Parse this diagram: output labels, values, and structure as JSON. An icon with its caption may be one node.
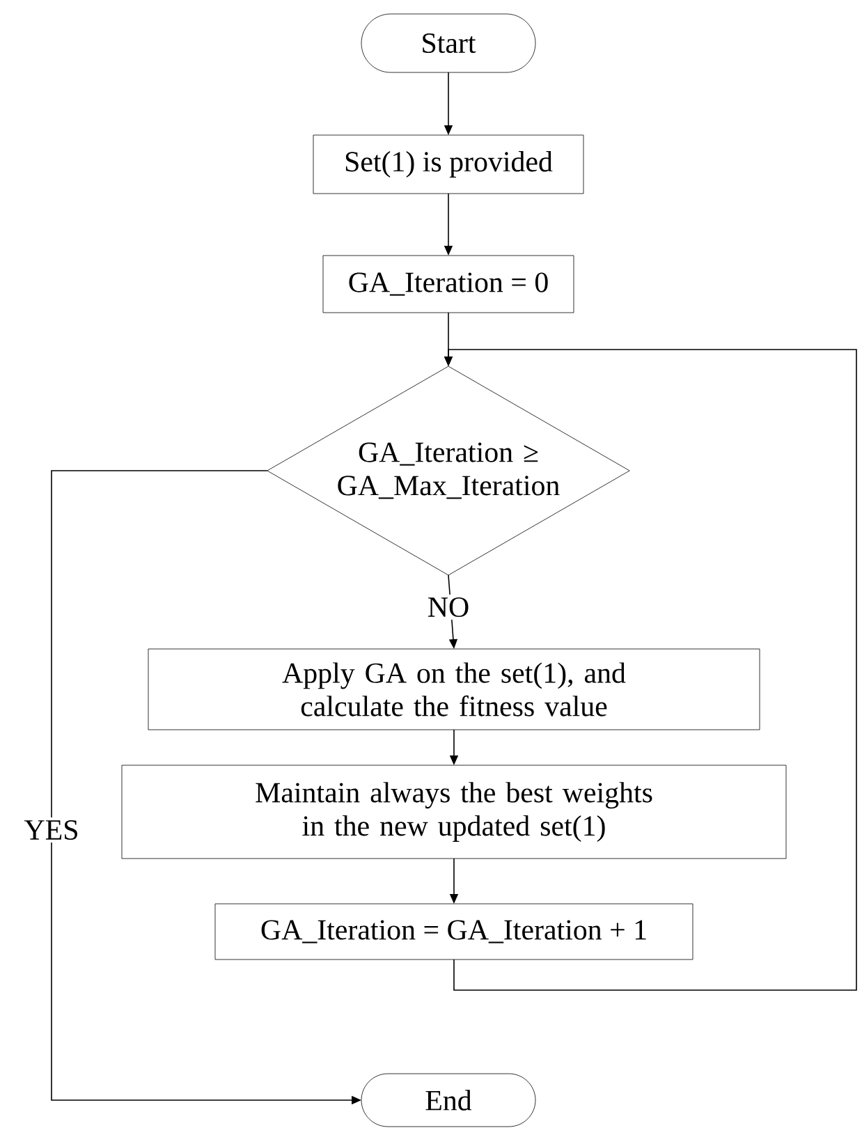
{
  "diagram": {
    "nodes": [
      {
        "text": [
          "Start"
        ]
      },
      {
        "text": [
          "Set(1) is provided"
        ]
      },
      {
        "text": [
          "GA_Iteration = 0"
        ]
      },
      {
        "text": [
          "GA_Iteration ≥ GA_Max_Iteration"
        ]
      },
      {
        "text": [
          "Apply GA on the set(1), and calculate the fitness value"
        ]
      },
      {
        "text": [
          "Maintain always the best weights in the new updated set(1)"
        ]
      },
      {
        "text": [
          "GA_Iteration = GA_Iteration + 1"
        ]
      },
      {
        "text": [
          "End"
        ]
      }
    ],
    "edges": [
      {
        "from": 0,
        "to": 1,
        "arrow": "to"
      },
      {
        "from": 1,
        "to": 2,
        "arrow": "to"
      },
      {
        "from": 2,
        "to": 3,
        "arrow": "to"
      },
      {
        "from": 3,
        "to": 4,
        "arrow": "to",
        "label": "NO"
      },
      {
        "from": 4,
        "to": 5,
        "arrow": "to"
      },
      {
        "from": 5,
        "to": 6,
        "arrow": "to"
      },
      {
        "from": 6,
        "to": 3,
        "arrow": "to"
      },
      {
        "from": 3,
        "to": 7,
        "arrow": "to",
        "label": "YES"
      }
    ]
  }
}
